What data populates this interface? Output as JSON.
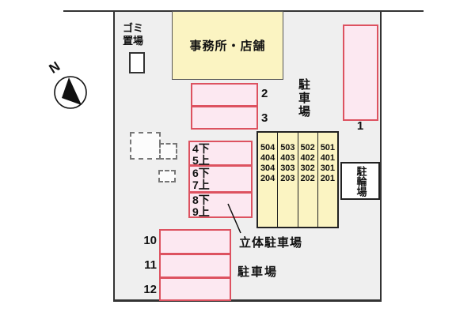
{
  "colors": {
    "site_bg": "#efefef",
    "outline": "#333333",
    "pink_fill": "#fce8f1",
    "pink_border": "#dd5260",
    "yellow_fill": "#fbf4c2",
    "text": "#111111"
  },
  "compass": {
    "label": "N"
  },
  "garbage": {
    "label": "ゴミ置場"
  },
  "office": {
    "label": "事務所・店舗"
  },
  "parking_area_right": {
    "label": "駐車場"
  },
  "parking_area_bottom": {
    "label": "駐車場"
  },
  "bicycle_parking": {
    "label": "駐輪場"
  },
  "mechanical_parking": {
    "label": "立体駐車場",
    "stacks": [
      {
        "lower": "4下",
        "upper": "5上"
      },
      {
        "lower": "6下",
        "upper": "7上"
      },
      {
        "lower": "8下",
        "upper": "9上"
      }
    ]
  },
  "spaces": {
    "s1": "1",
    "s2": "2",
    "s3": "3",
    "s10": "10",
    "s11": "11",
    "s12": "12"
  },
  "unit_parking_grid": {
    "columns": [
      {
        "cells": [
          "504",
          "404",
          "304",
          "204"
        ]
      },
      {
        "cells": [
          "503",
          "403",
          "303",
          "203"
        ]
      },
      {
        "cells": [
          "502",
          "402",
          "302",
          "202"
        ]
      },
      {
        "cells": [
          "501",
          "401",
          "301",
          "201"
        ]
      }
    ]
  }
}
